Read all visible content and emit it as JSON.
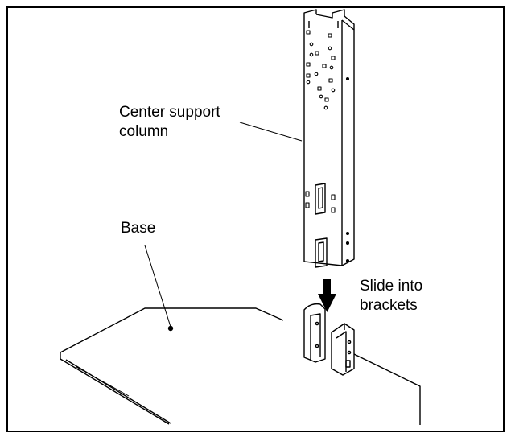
{
  "labels": {
    "column_line1": "Center support",
    "column_line2": "column",
    "base": "Base",
    "slide_line1": "Slide into",
    "slide_line2": "brackets"
  },
  "colors": {
    "ink": "#000000",
    "paper": "#ffffff"
  }
}
